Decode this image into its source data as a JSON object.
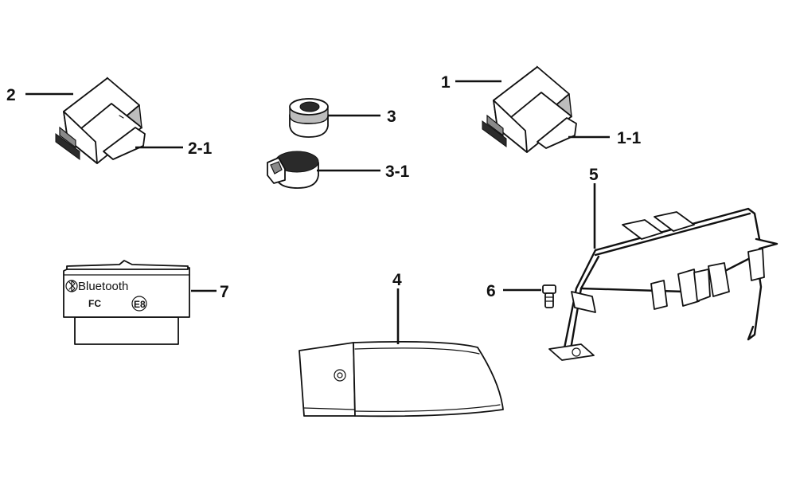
{
  "diagram": {
    "parts": [
      {
        "id": "p2",
        "label": "2"
      },
      {
        "id": "p21",
        "label": "2-1"
      },
      {
        "id": "p3",
        "label": "3"
      },
      {
        "id": "p31",
        "label": "3-1"
      },
      {
        "id": "p1",
        "label": "1"
      },
      {
        "id": "p11",
        "label": "1-1"
      },
      {
        "id": "p5",
        "label": "5"
      },
      {
        "id": "p7",
        "label": "7"
      },
      {
        "id": "p4",
        "label": "4"
      },
      {
        "id": "p6",
        "label": "6"
      }
    ],
    "module_markings": {
      "brand": "Bluetooth",
      "cert_fc": "FC",
      "cert_e": "E8"
    }
  }
}
